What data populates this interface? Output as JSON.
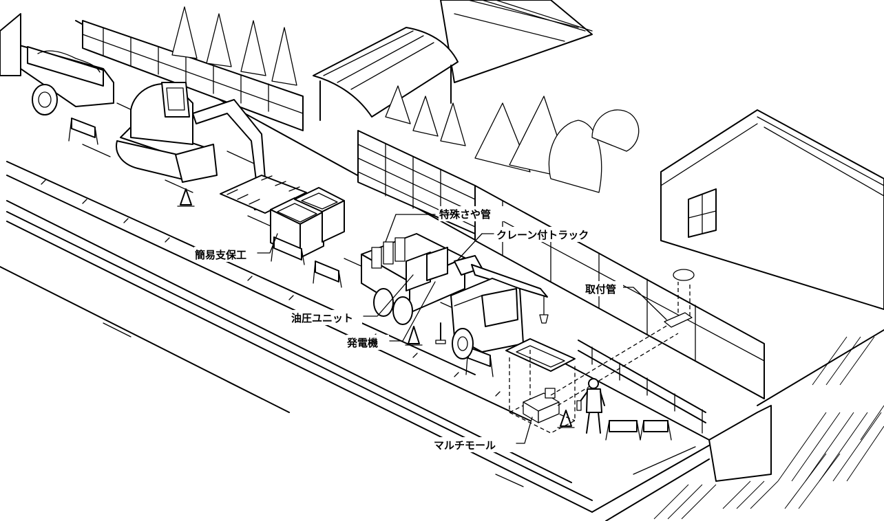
{
  "labels": {
    "special_sheath_pipe": "特殊さや管",
    "crane_truck": "クレーン付トラック",
    "simple_shoring": "簡易支保工",
    "hydraulic_unit": "油圧ユニット",
    "generator": "発電機",
    "lateral_pipe": "取付管",
    "multi_mole": "マルチモール"
  }
}
